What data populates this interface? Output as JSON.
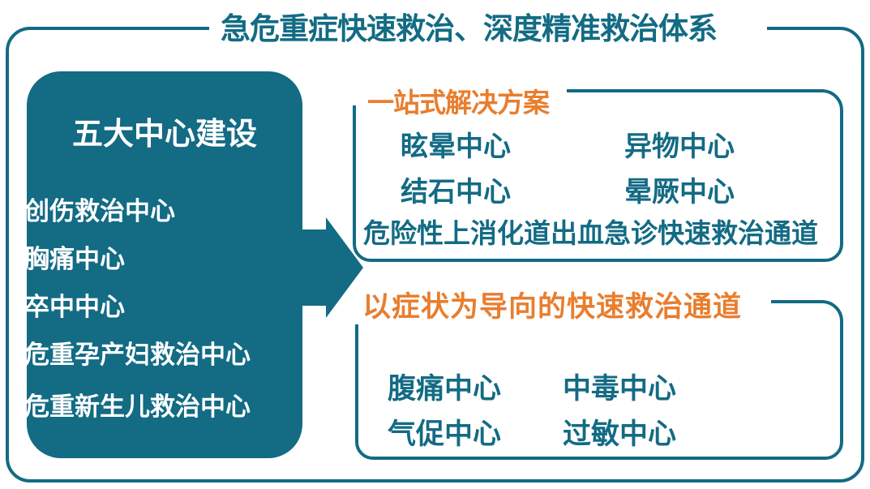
{
  "colors": {
    "teal": "#136B84",
    "orange": "#E87E2E",
    "white-text": "#FFFFFF"
  },
  "title": "急危重症快速救治、深度精准救治体系",
  "left_panel": {
    "title": "五大中心建设",
    "items": [
      "创伤救治中心",
      "胸痛中心",
      "卒中中心",
      "危重孕产妇救治中心",
      "危重新生儿救治中心"
    ]
  },
  "one_stop_box": {
    "heading": "一站式解决方案",
    "items": [
      "眩晕中心",
      "异物中心",
      "结石中心",
      "晕厥中心"
    ],
    "wide_item": "危险性上消化道出血急诊快速救治通道"
  },
  "symptom_box": {
    "heading": "以症状为导向的快速救治通道",
    "items": [
      "腹痛中心",
      "中毒中心",
      "气促中心",
      "过敏中心"
    ]
  }
}
